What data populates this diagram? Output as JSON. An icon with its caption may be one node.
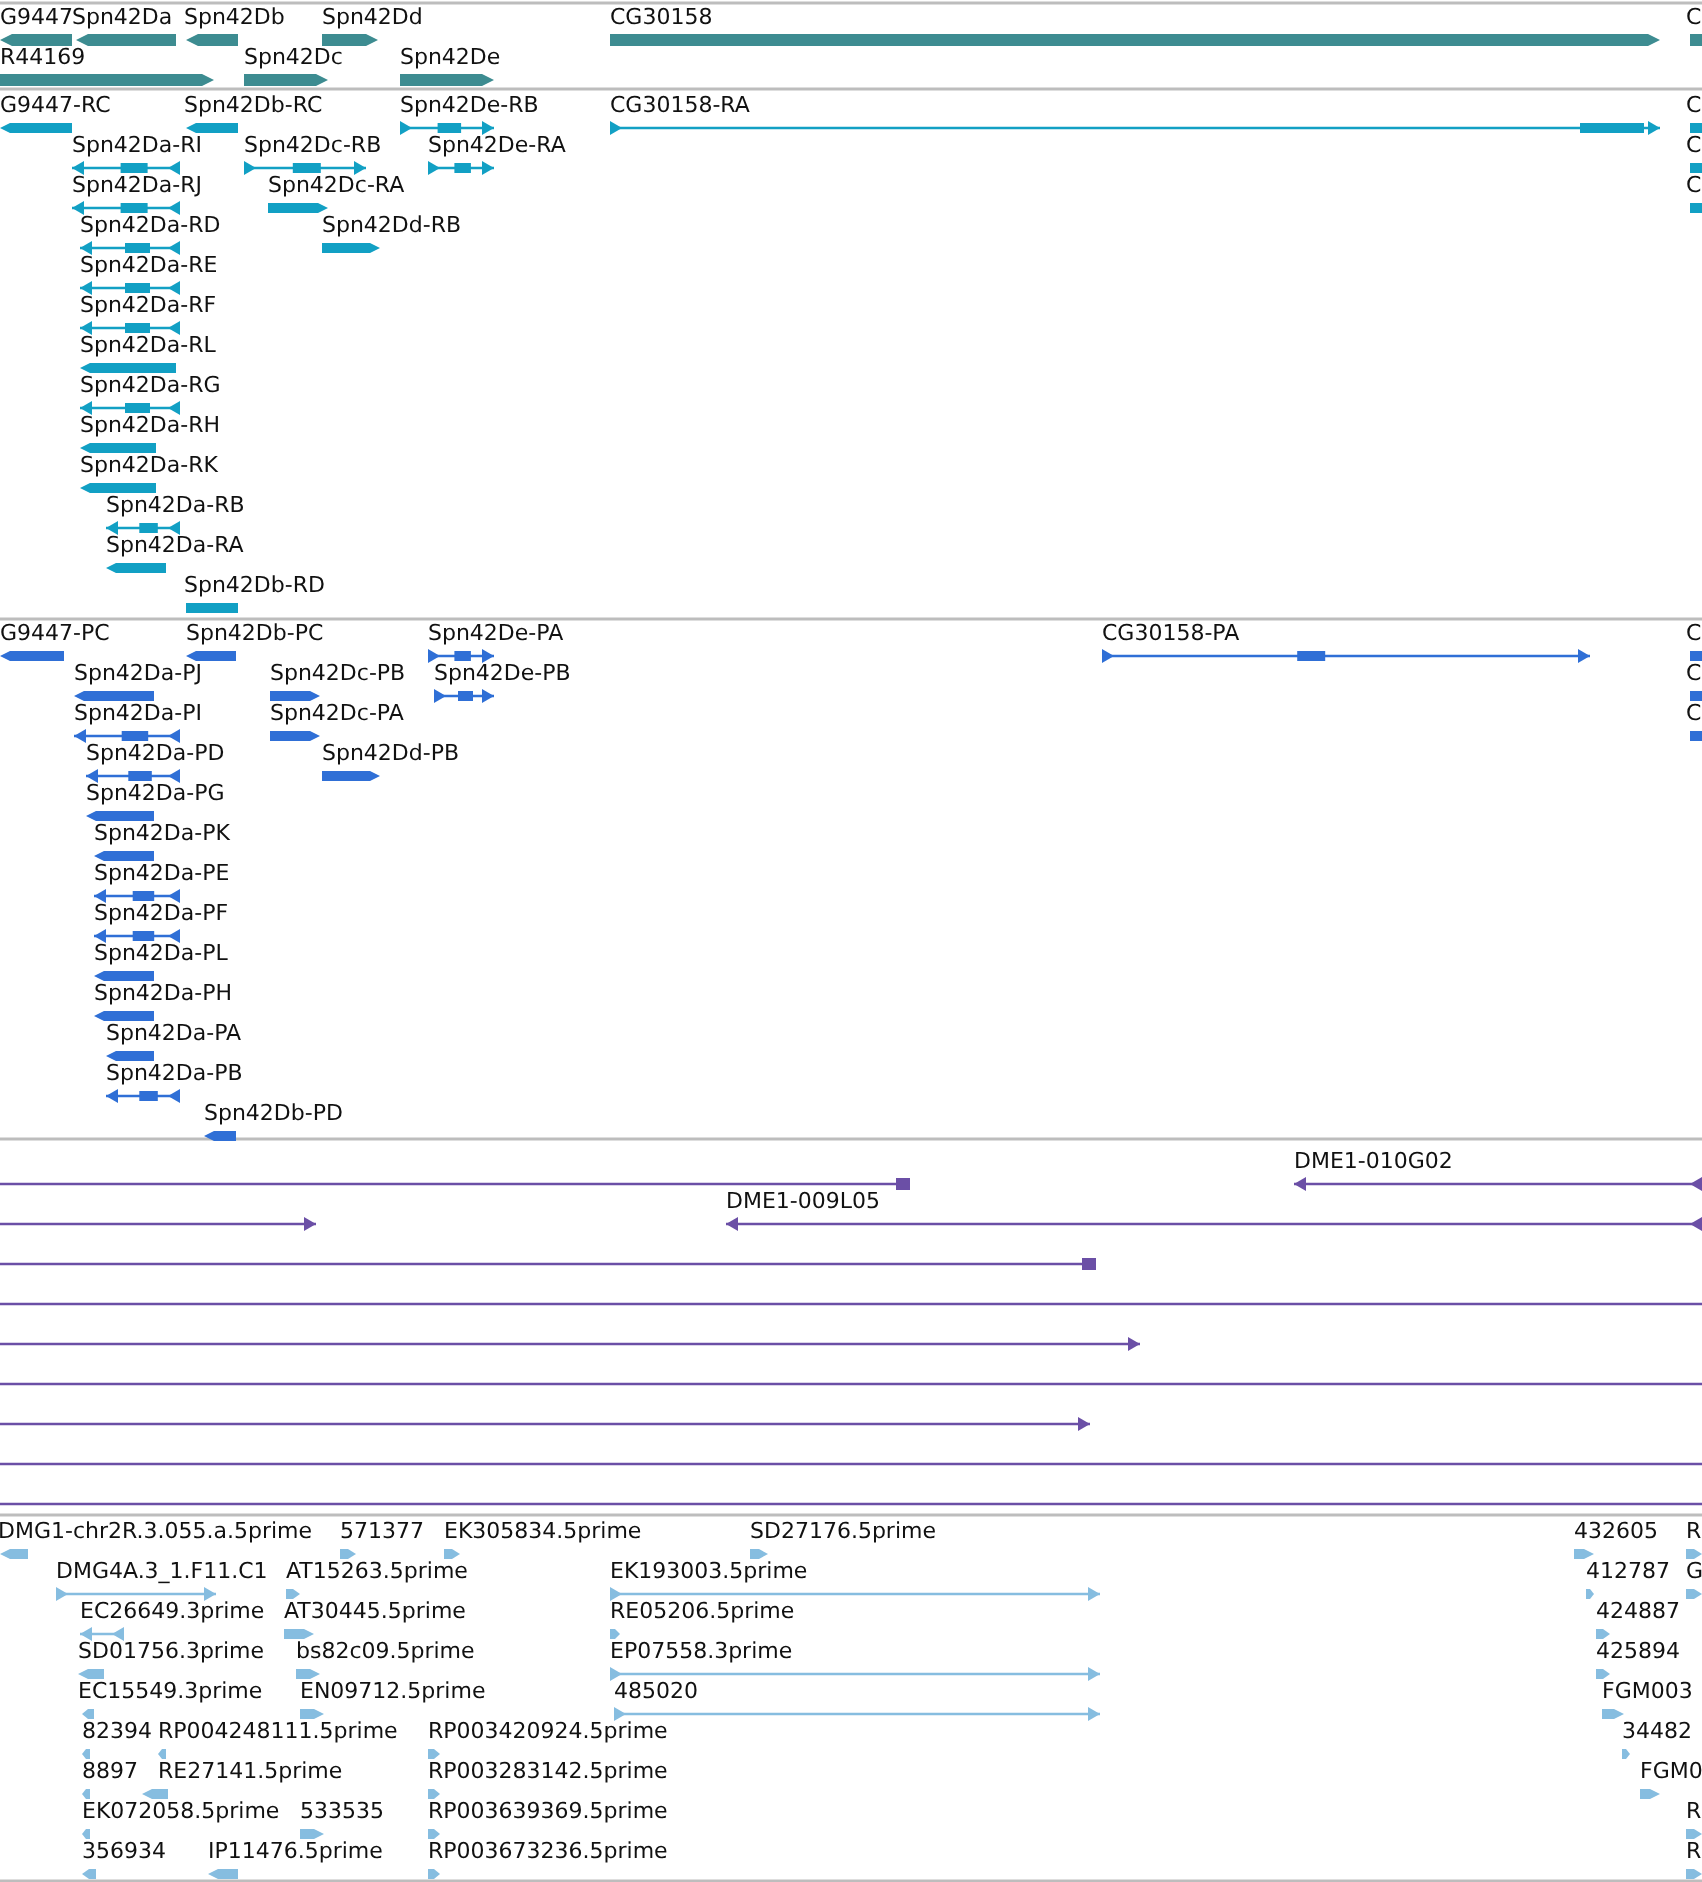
{
  "diagram": {
    "labels": [
      "G9447",
      "Spn42Da",
      "Spn42Db",
      "Spn42Dd",
      "CG30158",
      "C",
      "R44169",
      "Spn42Dc",
      "Spn42De",
      "G9447-RC",
      "Spn42Db-RC",
      "Spn42De-RB",
      "CG30158-RA",
      "C",
      "Spn42Da-RI",
      "Spn42Dc-RB",
      "Spn42De-RA",
      "C",
      "Spn42Da-RJ",
      "Spn42Dc-RA",
      "C",
      "Spn42Da-RD",
      "Spn42Dd-RB",
      "Spn42Da-RE",
      "Spn42Da-RF",
      "Spn42Da-RL",
      "Spn42Da-RG",
      "Spn42Da-RH",
      "Spn42Da-RK",
      "Spn42Da-RB",
      "Spn42Da-RA",
      "Spn42Db-RD",
      "G9447-PC",
      "Spn42Db-PC",
      "Spn42De-PA",
      "CG30158-PA",
      "C",
      "Spn42Da-PJ",
      "Spn42Dc-PB",
      "Spn42De-PB",
      "C",
      "Spn42Da-PI",
      "Spn42Dc-PA",
      "C",
      "Spn42Da-PD",
      "Spn42Dd-PB",
      "Spn42Da-PG",
      "Spn42Da-PK",
      "Spn42Da-PE",
      "Spn42Da-PF",
      "Spn42Da-PL",
      "Spn42Da-PH",
      "Spn42Da-PA",
      "Spn42Da-PB",
      "Spn42Db-PD",
      "DME1-010G02",
      "DME1-009L05",
      "DMG1-chr2R.3.055.a.5prime",
      "571377",
      "EK305834.5prime",
      "SD27176.5prime",
      "432605",
      "R",
      "DMG4A.3_1.F11.C1",
      "AT15263.5prime",
      "EK193003.5prime",
      "412787",
      "G",
      "EC26649.3prime",
      "AT30445.5prime",
      "RE05206.5prime",
      "424887",
      "SD01756.3prime",
      "bs82c09.5prime",
      "EP07558.3prime",
      "425894",
      "EC15549.3prime",
      "EN09712.5prime",
      "485020",
      "FGM003",
      "82394",
      "RP004248111.5prime",
      "RP003420924.5prime",
      "34482",
      "8897",
      "RE27141.5prime",
      "RP003283142.5prime",
      "FGM0",
      "EK072058.5prime",
      "533535",
      "RP003639369.5prime",
      "R",
      "356934",
      "IP11476.5prime",
      "RP003673236.5prime",
      "R"
    ]
  }
}
